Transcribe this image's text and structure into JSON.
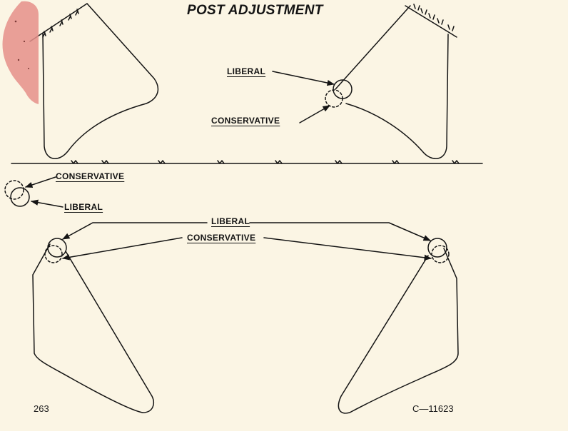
{
  "title": "POST ADJUSTMENT",
  "labels": {
    "liberal": "LIBERAL",
    "conservative": "CONSERVATIVE"
  },
  "page_number": "263",
  "catalog_number": "C—11623",
  "colors": {
    "paper": "#fbf5e4",
    "ink": "#141414",
    "stain": "#e58f8a"
  }
}
